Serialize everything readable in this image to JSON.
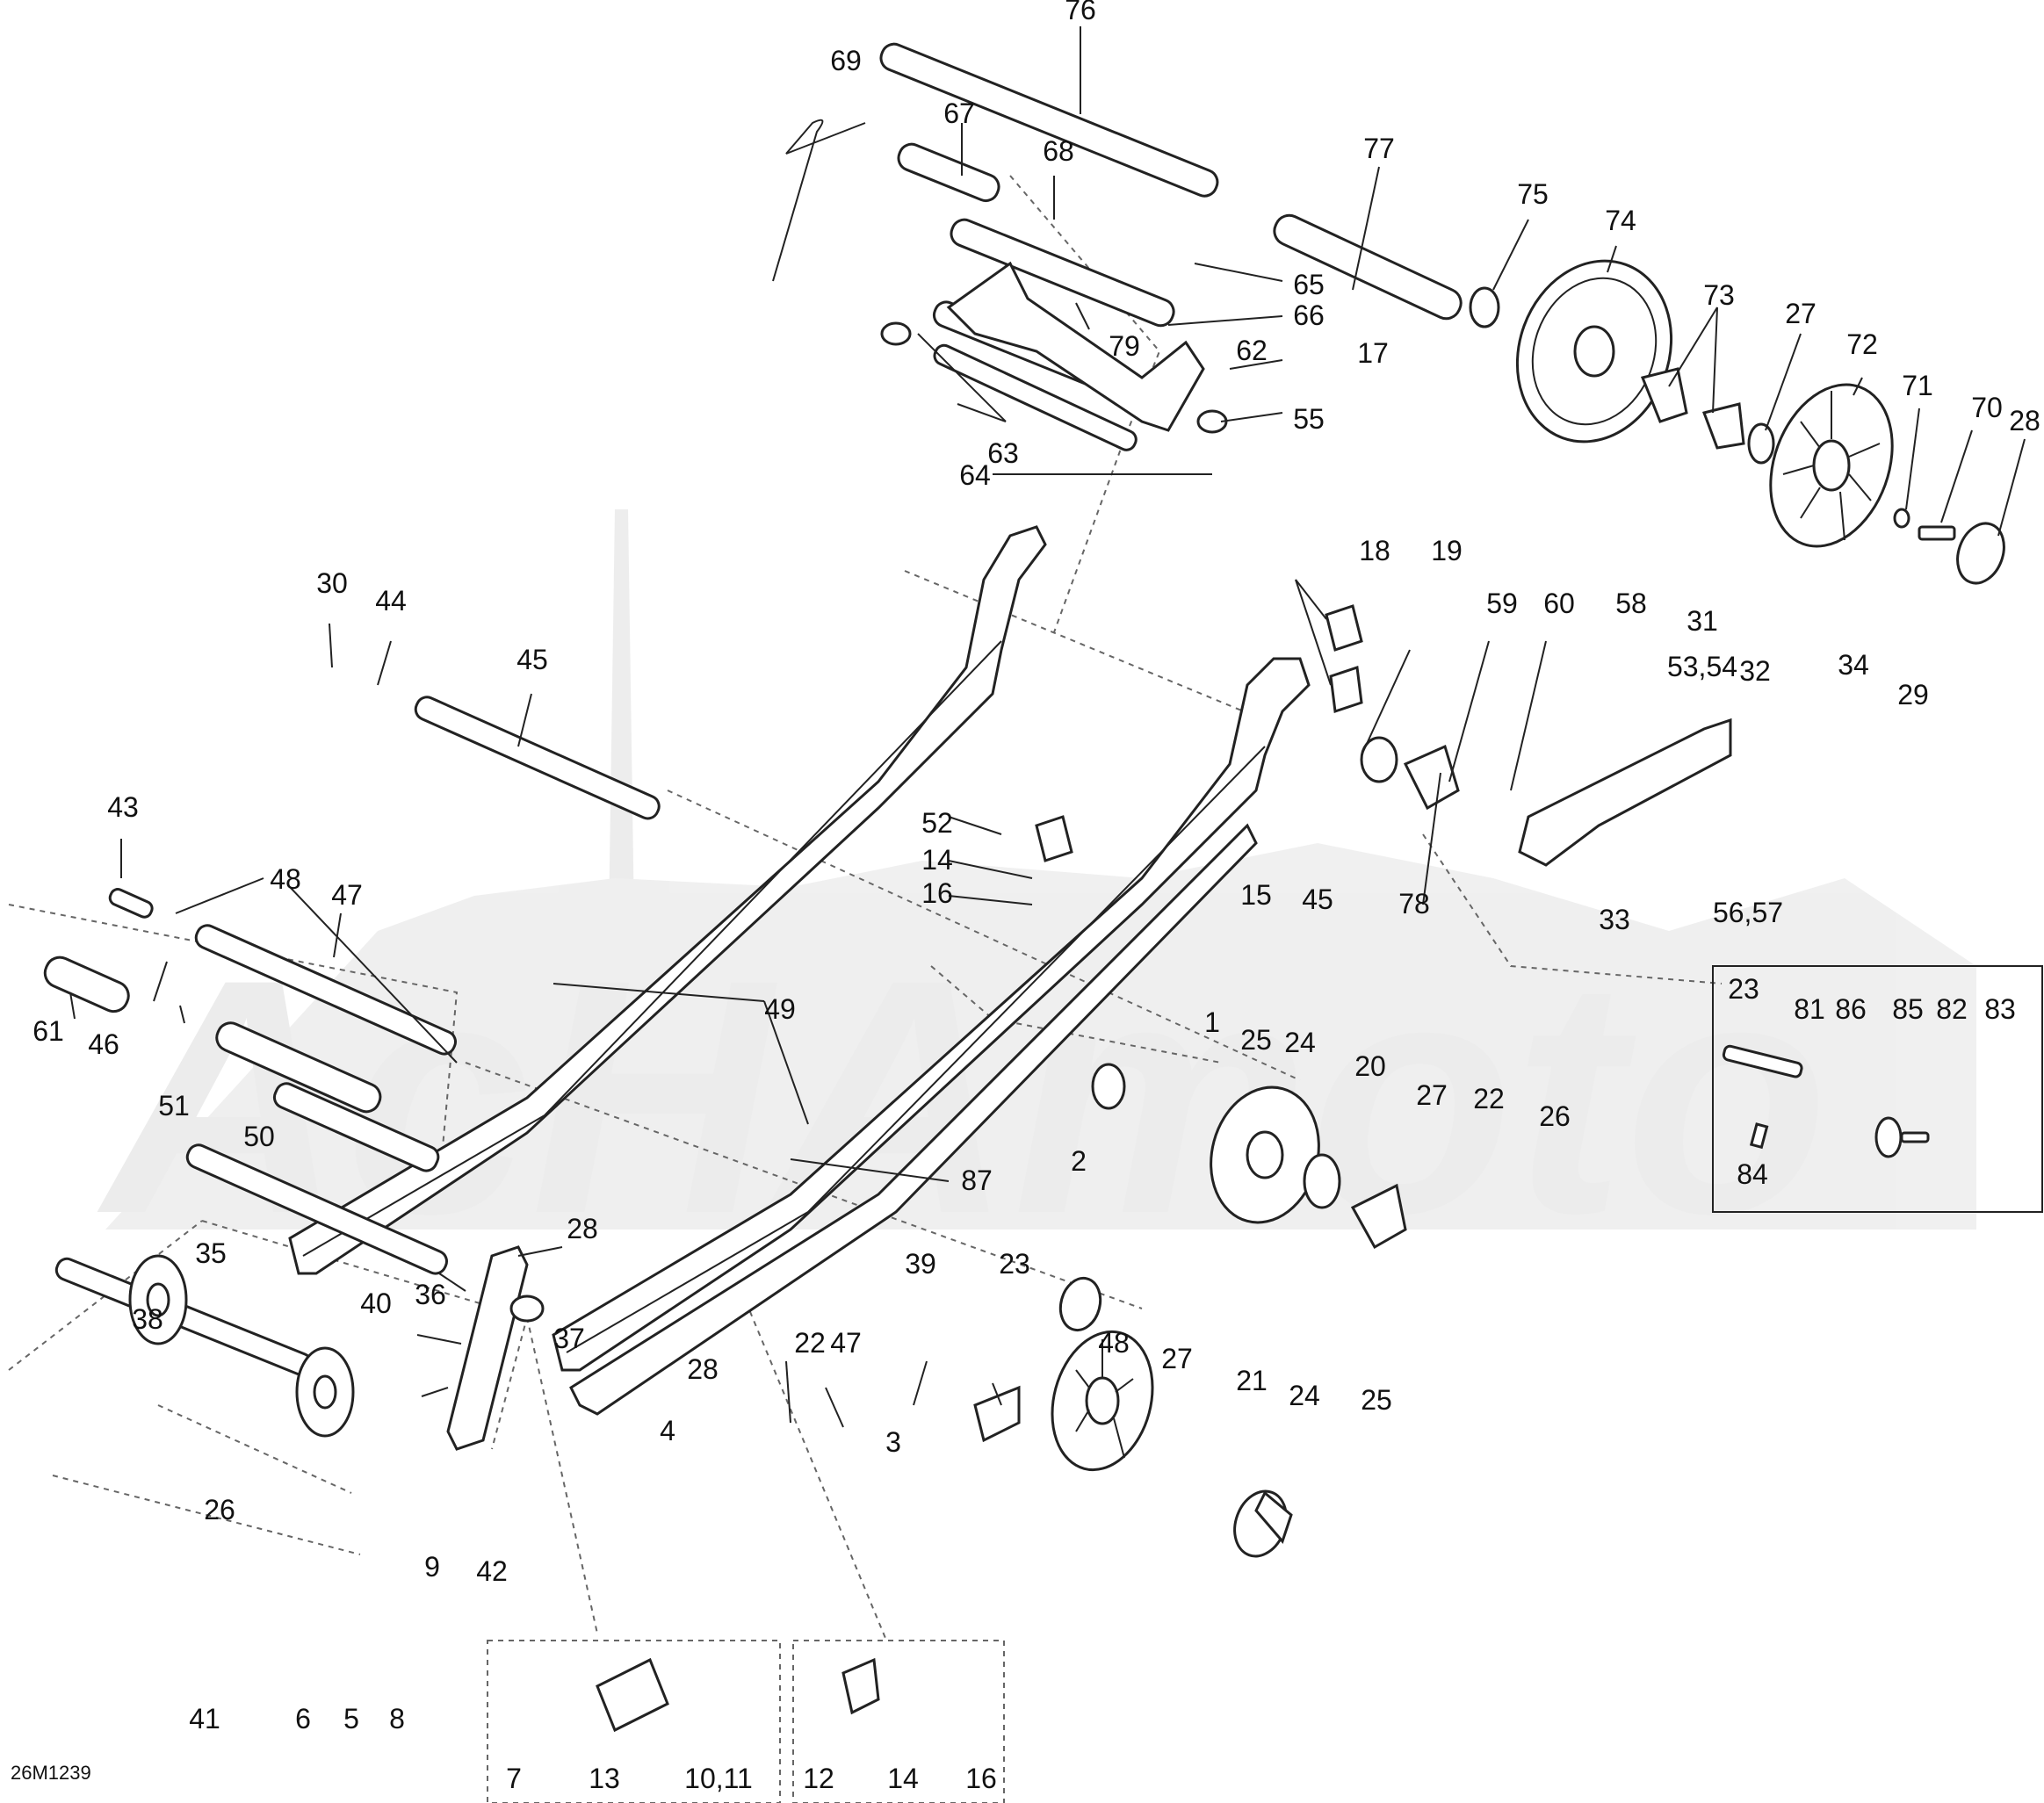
{
  "figure_code": "26M1239",
  "watermark_text": "AcHAmoto",
  "callouts": [
    "76",
    "69",
    "67",
    "68",
    "77",
    "75",
    "74",
    "73",
    "27",
    "72",
    "71",
    "70",
    "28",
    "65",
    "66",
    "62",
    "79",
    "55",
    "63",
    "64",
    "17",
    "18",
    "19",
    "59",
    "60",
    "58",
    "31",
    "53,54",
    "32",
    "34",
    "29",
    "30",
    "44",
    "45",
    "43",
    "48",
    "47",
    "52",
    "14",
    "16",
    "15",
    "45",
    "78",
    "56,57",
    "33",
    "61",
    "46",
    "51",
    "50",
    "49",
    "1",
    "25",
    "24",
    "20",
    "27",
    "22",
    "26",
    "23",
    "81",
    "86",
    "85",
    "82",
    "83",
    "84",
    "87",
    "2",
    "28",
    "35",
    "40",
    "36",
    "37",
    "38",
    "39",
    "23",
    "22",
    "47",
    "48",
    "27",
    "21",
    "24",
    "25",
    "28",
    "4",
    "3",
    "26",
    "9",
    "42",
    "41",
    "6",
    "5",
    "8",
    "7",
    "13",
    "10,11",
    "12",
    "14",
    "16",
    "15"
  ]
}
